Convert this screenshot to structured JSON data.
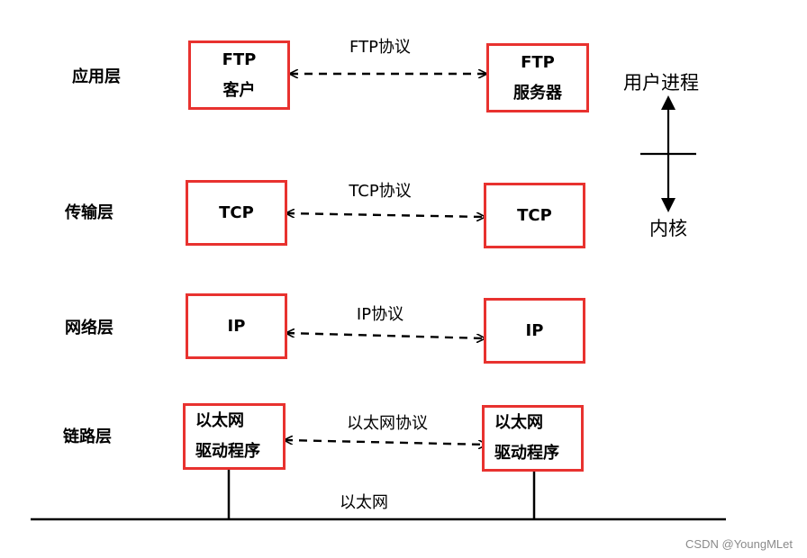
{
  "layers": [
    {
      "label": "应用层",
      "left_box": [
        "FTP",
        "客户"
      ],
      "right_box": [
        "FTP",
        "服务器"
      ],
      "protocol": "FTP协议"
    },
    {
      "label": "传输层",
      "left_box": [
        "TCP"
      ],
      "right_box": [
        "TCP"
      ],
      "protocol": "TCP协议"
    },
    {
      "label": "网络层",
      "left_box": [
        "IP"
      ],
      "right_box": [
        "IP"
      ],
      "protocol": "IP协议"
    },
    {
      "label": "链路层",
      "left_box": [
        "以太网",
        "驱动程序"
      ],
      "right_box": [
        "以太网",
        "驱动程序"
      ],
      "protocol": "以太网协议"
    }
  ],
  "network_label": "以太网",
  "side": {
    "top": "用户进程",
    "bottom": "内核"
  },
  "watermark": "CSDN @YoungMLet",
  "colors": {
    "box_border": "#e8322f",
    "line": "#000000"
  }
}
